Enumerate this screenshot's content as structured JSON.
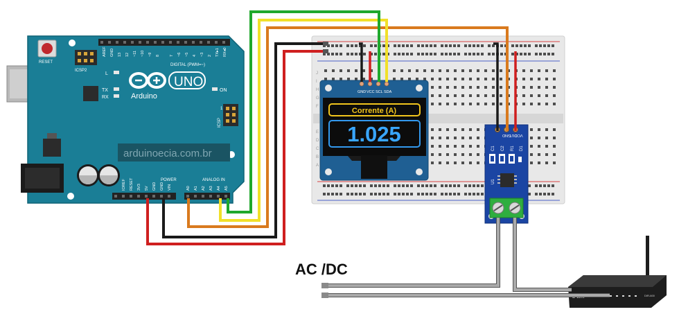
{
  "colors": {
    "arduino_board": "#1a7e96",
    "arduino_dark": "#0f6377",
    "breadboard": "#e8e8e8",
    "oled_body": "#1f5f93",
    "oled_screen": "#0c0c0c",
    "oled_label_border": "#f2c51d",
    "oled_label_text": "#f2c51d",
    "oled_value_border": "#3399ee",
    "oled_value_text": "#39a6ff",
    "sensor_board": "#1b45a3",
    "terminal_green": "#2fae3f",
    "wire_green": "#1fa82c",
    "wire_yellow": "#f1e02a",
    "wire_orange": "#d97a1e",
    "wire_black": "#1a1a1a",
    "wire_red": "#cf1f1f",
    "wire_gray": "#a9a9a9",
    "router_body": "#1d1d1d"
  },
  "arduino": {
    "reset_label": "RESET",
    "icsp2_label": "ICSP2",
    "brand": "Arduino",
    "model": "UNO",
    "l_label": "L",
    "tx_label": "TX",
    "rx_label": "RX",
    "on_label": "ON",
    "icsp_label": "ICSP",
    "icsp_pin1": "1",
    "digital_label": "DIGITAL (PWM=~)",
    "aref_label": "AREF",
    "gnd_top_label": "GND",
    "digital_pins": [
      "13",
      "12",
      "~11",
      "~10",
      "~9",
      "8",
      "7",
      "~6",
      "~5",
      "4",
      "~3",
      "2",
      "TX▸1",
      "RX◂0"
    ],
    "watermark": "arduinoecia.com.br",
    "power_label": "POWER",
    "power_pins": [
      "IOREF",
      "RESET",
      "3V3",
      "5V",
      "GND",
      "GND",
      "VIN"
    ],
    "analog_label": "ANALOG IN",
    "analog_pins": [
      "A0",
      "A1",
      "A2",
      "A3",
      "A4",
      "A5"
    ]
  },
  "breadboard": {
    "row_letters_top": [
      "J",
      "I",
      "H",
      "G",
      "F"
    ],
    "row_letters_bottom": [
      "E",
      "D",
      "C",
      "B",
      "A"
    ]
  },
  "oled": {
    "pin_labels": [
      "GND",
      "VCC",
      "SCL",
      "SDA"
    ],
    "title": "Corrente (A)",
    "value": "1.025"
  },
  "sensor": {
    "pin_labels": [
      "VCC",
      "OUT",
      "GND"
    ],
    "c1": "C1",
    "c2": "C2",
    "r1": "R1",
    "d1": "D1",
    "u1": "U1"
  },
  "load_label": "AC /DC",
  "router": {
    "brand": "D-Link",
    "model": "DIR-600"
  }
}
